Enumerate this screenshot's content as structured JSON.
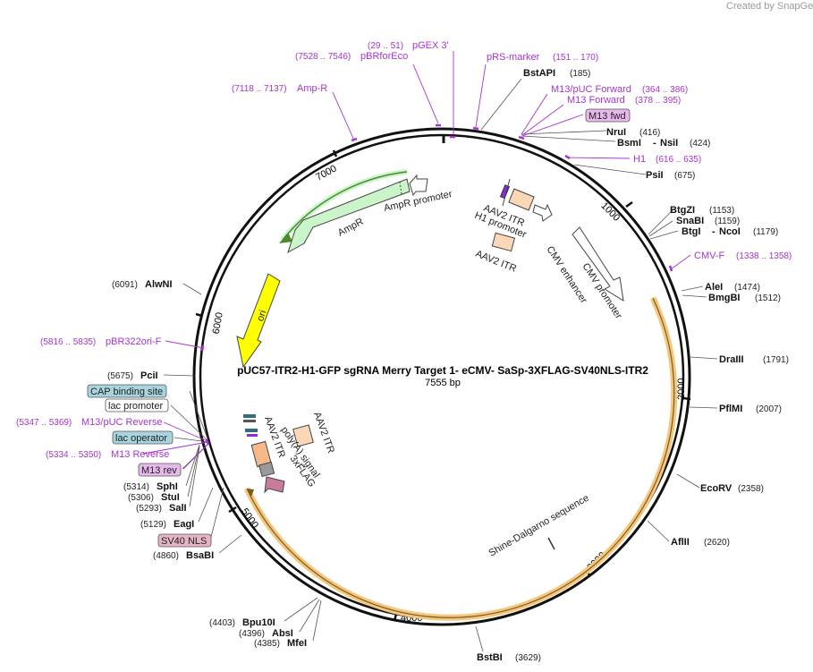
{
  "credit": "Created by SnapGene",
  "title": "pUC57-ITR2-H1-GFP sgRNA Merry Target 1- eCMV- SaSp-3XFLAG-SV40NLS-ITR2",
  "length": "7555 bp",
  "ticks": [
    "1000",
    "2000",
    "3000",
    "4000",
    "5000",
    "6000",
    "7000"
  ],
  "enzymes": [
    {
      "name": "BstAPI",
      "pos": "(185)"
    },
    {
      "name": "NruI",
      "pos": "(416)"
    },
    {
      "name": "BsmI",
      "sep": "-",
      "name2": "NsiI",
      "pos": "(424)"
    },
    {
      "name": "PsiI",
      "pos": "(675)"
    },
    {
      "name": "BtgZI",
      "pos": "(1153)"
    },
    {
      "name": "SnaBI",
      "pos": "(1159)"
    },
    {
      "name": "BtgI",
      "sep": "-",
      "name2": "NcoI",
      "pos": "(1179)"
    },
    {
      "name": "AleI",
      "pos": "(1474)"
    },
    {
      "name": "BmgBI",
      "pos": "(1512)"
    },
    {
      "name": "DraIII",
      "pos": "(1791)"
    },
    {
      "name": "PflMI",
      "pos": "(2007)"
    },
    {
      "name": "EcoRV",
      "pos": "(2358)"
    },
    {
      "name": "AflII",
      "pos": "(2620)"
    },
    {
      "name": "BstBI",
      "pos": "(3629)"
    },
    {
      "name": "MfeI",
      "pos": "(4385)"
    },
    {
      "name": "AbsI",
      "pos": "(4396)"
    },
    {
      "name": "Bpu10I",
      "pos": "(4403)"
    },
    {
      "name": "BsaBI",
      "pos": "(4860)"
    },
    {
      "name": "EagI",
      "pos": "(5129)"
    },
    {
      "name": "SalI",
      "pos": "(5293)"
    },
    {
      "name": "StuI",
      "pos": "(5306)"
    },
    {
      "name": "SphI",
      "pos": "(5314)"
    },
    {
      "name": "PciI",
      "pos": "(5675)"
    },
    {
      "name": "AlwNI",
      "pos": "(6091)"
    }
  ],
  "primers": [
    {
      "name": "pGEX 3'",
      "pos": "(29 .. 51)"
    },
    {
      "name": "pBRforEco",
      "pos": "(7528 .. 7546)"
    },
    {
      "name": "Amp-R",
      "pos": "(7118 .. 7137)"
    },
    {
      "name": "pRS-marker",
      "pos": "(151 .. 170)"
    },
    {
      "name": "M13/pUC Forward",
      "pos": "(364 .. 386)"
    },
    {
      "name": "M13 Forward",
      "pos": "(378 .. 395)"
    },
    {
      "name": "H1",
      "pos": "(616 .. 635)"
    },
    {
      "name": "CMV-F",
      "pos": "(1338 .. 1358)"
    },
    {
      "name": "pBR322ori-F",
      "pos": "(5816 .. 5835)"
    },
    {
      "name": "M13/pUC Reverse",
      "pos": "(5347 .. 5369)"
    },
    {
      "name": "M13 Reverse",
      "pos": "(5334 .. 5350)"
    }
  ],
  "boxed": {
    "m13fwd": "M13 fwd",
    "cap": "CAP binding site",
    "lacpromoter": "lac promoter",
    "lacop": "lac operator",
    "m13rev": "M13 rev",
    "sv40": "SV40 NLS"
  },
  "features": {
    "ampr_promoter": "AmpR promoter",
    "ampr": "AmpR",
    "ori": "ori",
    "aav2_itr_top": "AAV2 ITR",
    "h1_promoter": "H1 promoter",
    "aav2_itr_mid": "AAV2 ITR",
    "cmv_enhancer": "CMV enhancer",
    "cmv_promoter": "CMV promoter",
    "shine": "Shine-Dalgarno sequence",
    "aav2_itr_bot1": "AAV2 ITR",
    "aav2_itr_bot2": "AAV2 ITR",
    "polya": "poly(A) signal",
    "flag": "3xFLAG"
  },
  "colors": {
    "backbone": "#111111",
    "primer": "#a632d4",
    "ampr": "#c9f5c9",
    "ampr_dark": "#4a8a2a",
    "ori": "#ffff00",
    "itr": "#fbd7b8",
    "orange_band": "#f5c77e",
    "cap_box": "#a8d4e0",
    "m13_box": "#e7b8ec",
    "sv40_box": "#e6b3c7"
  }
}
